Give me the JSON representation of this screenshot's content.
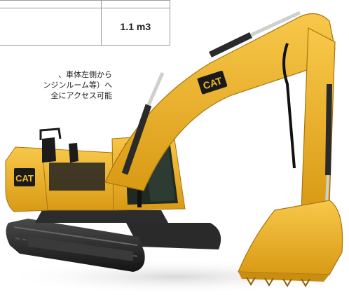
{
  "spec": {
    "bucket_capacity": "1.1 m3"
  },
  "note": {
    "lines": [
      "、車体左側から",
      "ンジンルーム等）へ",
      "全にアクセス可能"
    ]
  },
  "brand": {
    "logo_text": "CAT",
    "body_color": "#f2b82e",
    "dark_color": "#1b1b1b"
  }
}
